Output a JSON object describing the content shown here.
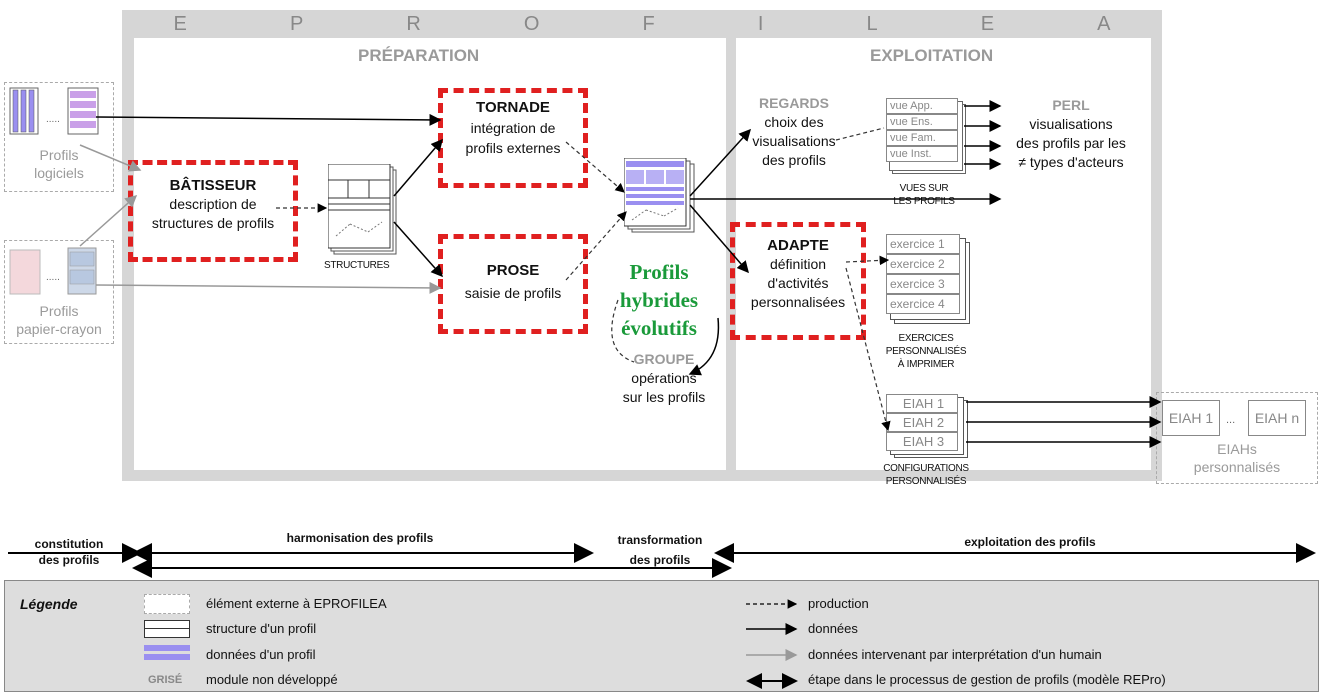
{
  "title_letters": [
    "E",
    "P",
    "R",
    "O",
    "F",
    "I",
    "L",
    "E",
    "A"
  ],
  "preparation": {
    "heading": "PRÉPARATION",
    "batisseur": {
      "title": "BÂTISSEUR",
      "line1": "description de",
      "line2": "structures de profils"
    },
    "tornade": {
      "title": "TORNADE",
      "line1": "intégration de",
      "line2": "profils externes"
    },
    "prose": {
      "title": "PROSE",
      "line1": "saisie de profils"
    },
    "structures_label": "STRUCTURES",
    "hybrid": [
      "Profils",
      "hybrides",
      "évolutifs"
    ],
    "groupe": {
      "title": "GROUPE",
      "line1": "opérations",
      "line2": "sur les profils"
    }
  },
  "external": {
    "logiciels": [
      "Profils",
      "logiciels"
    ],
    "papier": [
      "Profils",
      "papier-crayon"
    ]
  },
  "exploitation": {
    "heading": "EXPLOITATION",
    "regards": {
      "title": "REGARDS",
      "line1": "choix des",
      "line2": "visualisations",
      "line3": "des profils"
    },
    "vues": [
      "vue App.",
      "vue Ens.",
      "vue Fam.",
      "vue Inst."
    ],
    "vues_label": [
      "VUES SUR",
      "LES PROFILS"
    ],
    "perl": {
      "title": "PERL",
      "line1": "visualisations",
      "line2": "des profils par les",
      "line3": "≠ types d'acteurs"
    },
    "adapte": {
      "title": "ADAPTE",
      "line1": "définition",
      "line2": "d'activités",
      "line3": "personnalisées"
    },
    "exercices": [
      "exercice 1",
      "exercice 2",
      "exercice 3",
      "exercice 4"
    ],
    "exercices_label": [
      "EXERCICES",
      "PERSONNALISÉS",
      "À IMPRIMER"
    ],
    "eiah": [
      "EIAH 1",
      "EIAH 2",
      "EIAH 3"
    ],
    "config_label": [
      "CONFIGURATIONS",
      "PERSONNALISÉS"
    ],
    "eiahs_ext": {
      "a": "EIAH 1",
      "dots": "...",
      "b": "EIAH n",
      "label1": "EIAHs",
      "label2": "personnalisés"
    }
  },
  "stages": {
    "constitution": [
      "constitution",
      "des profils"
    ],
    "harmonisation": "harmonisation des profils",
    "transformation": [
      "transformation",
      "des profils"
    ],
    "exploitation": "exploitation des profils"
  },
  "legend": {
    "title": "Légende",
    "items": [
      "élément externe à EPROFILEA",
      "structure d'un profil",
      "données d'un profil",
      "module non développé"
    ],
    "grise": "GRISÉ",
    "arrows": [
      "production",
      "données",
      "données intervenant par interprétation d'un humain",
      "étape dans le processus de gestion de profils (modèle REPro)"
    ]
  },
  "colors": {
    "red_dash": "#e02020",
    "green": "#1a9a3a",
    "purple": "#9a8ff0",
    "frame": "#d6d6d6"
  }
}
